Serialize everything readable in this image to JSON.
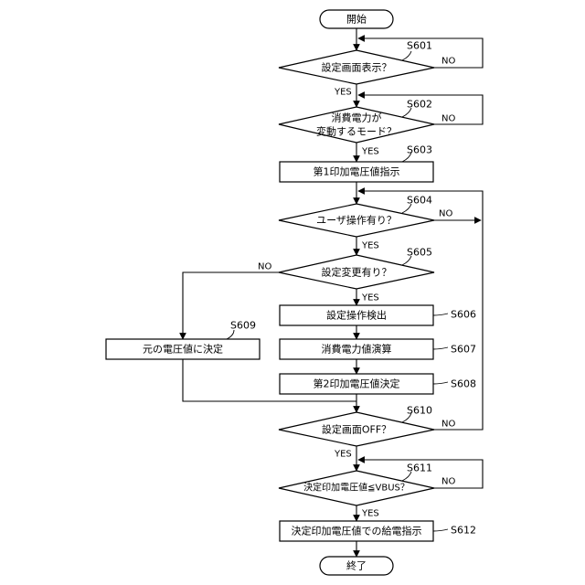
{
  "terminals": {
    "start": "開始",
    "end": "終了"
  },
  "steps": {
    "s601": {
      "id": "S601",
      "text": "設定画面表示？"
    },
    "s602": {
      "id": "S602",
      "text_line1": "消費電力が",
      "text_line2": "変動するモード？"
    },
    "s603": {
      "id": "S603",
      "text": "第1印加電圧値指示"
    },
    "s604": {
      "id": "S604",
      "text": "ユーザ操作有り？"
    },
    "s605": {
      "id": "S605",
      "text": "設定変更有り？"
    },
    "s606": {
      "id": "S606",
      "text": "設定操作検出"
    },
    "s607": {
      "id": "S607",
      "text": "消費電力値演算"
    },
    "s608": {
      "id": "S608",
      "text": "第2印加電圧値決定"
    },
    "s609": {
      "id": "S609",
      "text": "元の電圧値に決定"
    },
    "s610": {
      "id": "S610",
      "text": "設定画面OFF？"
    },
    "s611": {
      "id": "S611",
      "text": "決定印加電圧値≦VBUS？"
    },
    "s612": {
      "id": "S612",
      "text": "決定印加電圧値での給電指示"
    }
  },
  "branch_labels": {
    "yes": "YES",
    "no": "NO"
  }
}
